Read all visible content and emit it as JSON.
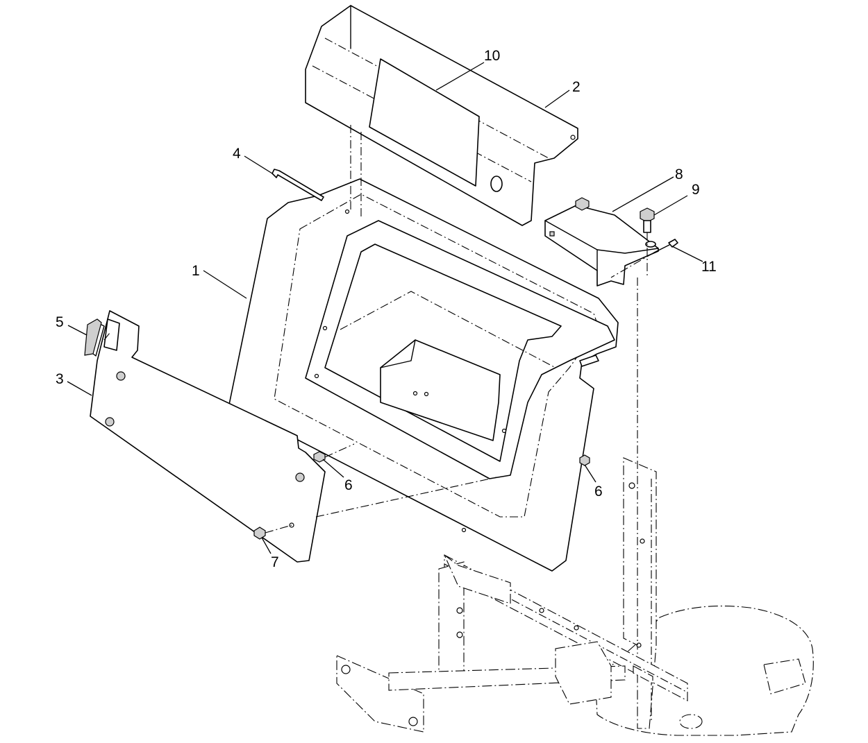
{
  "callouts": [
    {
      "id": "1",
      "label": "1"
    },
    {
      "id": "2",
      "label": "2"
    },
    {
      "id": "3",
      "label": "3"
    },
    {
      "id": "4",
      "label": "4"
    },
    {
      "id": "5",
      "label": "5"
    },
    {
      "id": "6a",
      "label": "6"
    },
    {
      "id": "6b",
      "label": "6"
    },
    {
      "id": "7",
      "label": "7"
    },
    {
      "id": "8",
      "label": "8"
    },
    {
      "id": "9",
      "label": "9"
    },
    {
      "id": "10",
      "label": "10"
    },
    {
      "id": "11",
      "label": "11"
    }
  ]
}
